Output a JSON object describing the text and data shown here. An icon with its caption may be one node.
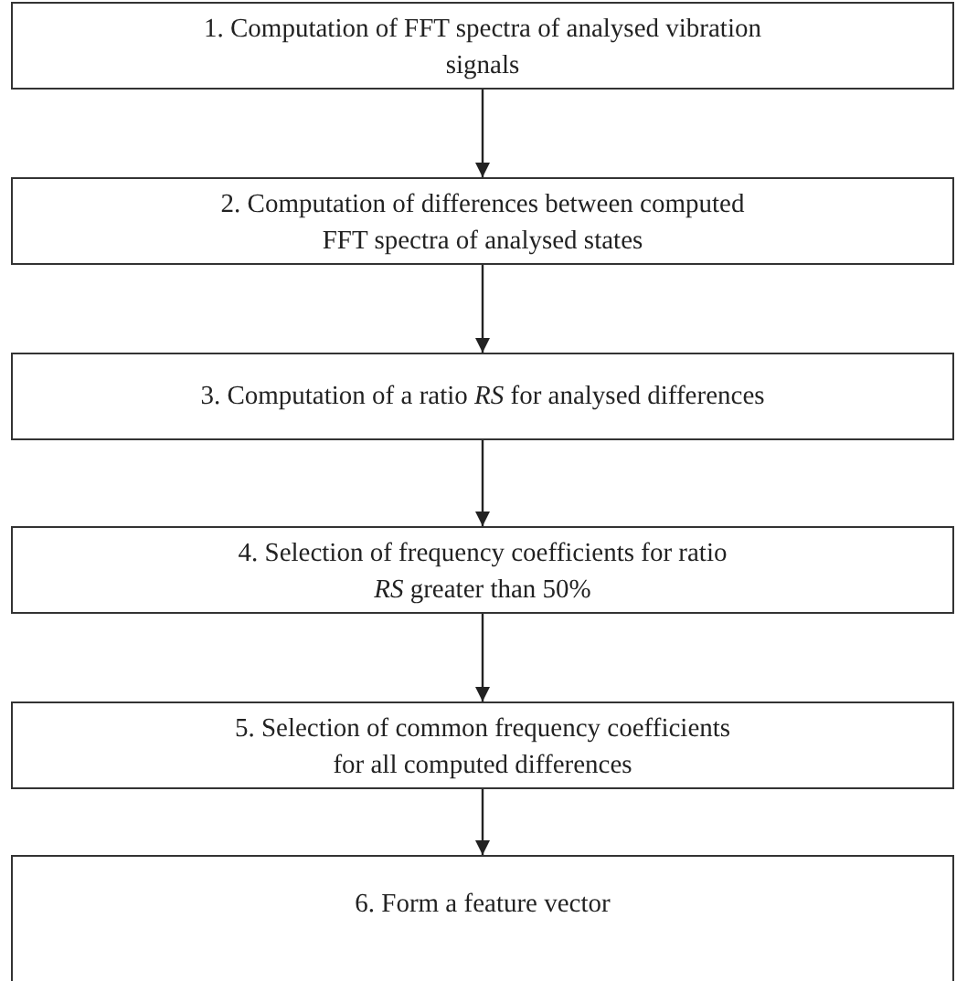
{
  "diagram": {
    "nodes": [
      {
        "text": [
          "1. Computation of FFT spectra of analysed vibration signals"
        ]
      },
      {
        "text": [
          "2. Computation of differences between computed FFT spectra of analysed states"
        ]
      },
      {
        "text": [
          "3. Computation of a ratio *RS* for analysed differences"
        ]
      },
      {
        "text": [
          "4. Selection of frequency coefficients for ratio *RS* greater than 50%"
        ]
      },
      {
        "text": [
          "5. Selection of common frequency coefficients for all computed differences"
        ]
      },
      {
        "text": [
          "6. Form a feature vector"
        ]
      }
    ],
    "edges": [
      {
        "from": 0,
        "to": 1,
        "arrow": "to"
      },
      {
        "from": 1,
        "to": 2,
        "arrow": "to"
      },
      {
        "from": 2,
        "to": 3,
        "arrow": "to"
      },
      {
        "from": 3,
        "to": 4,
        "arrow": "to"
      },
      {
        "from": 4,
        "to": 5,
        "arrow": "to"
      }
    ]
  }
}
